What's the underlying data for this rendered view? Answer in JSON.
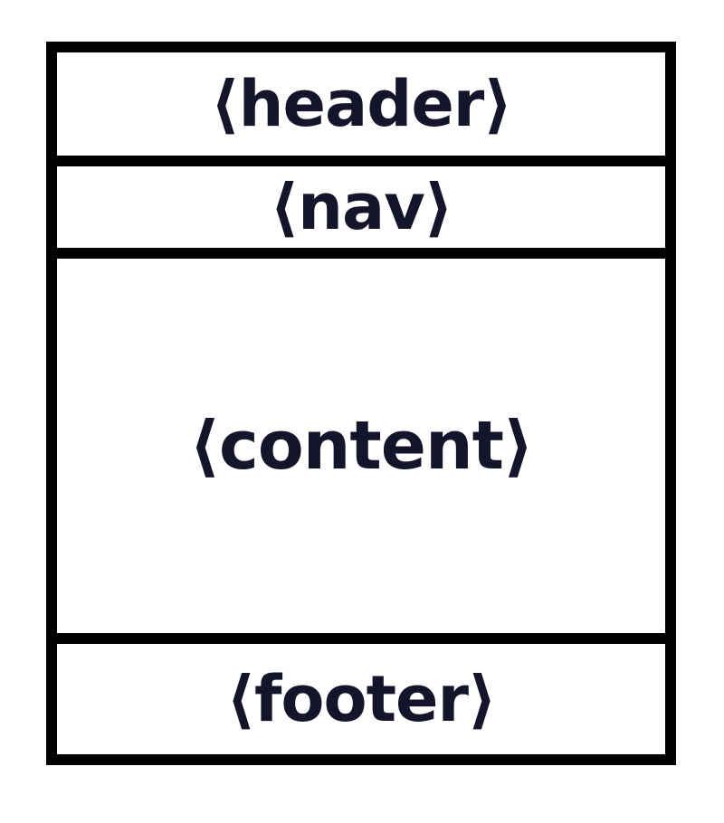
{
  "diagram": {
    "sections": {
      "header": "⟨header⟩",
      "nav": "⟨nav⟩",
      "content": "⟨content⟩",
      "footer": "⟨footer⟩"
    }
  },
  "colors": {
    "border": "#000000",
    "text": "#14142b",
    "background": "#ffffff"
  }
}
